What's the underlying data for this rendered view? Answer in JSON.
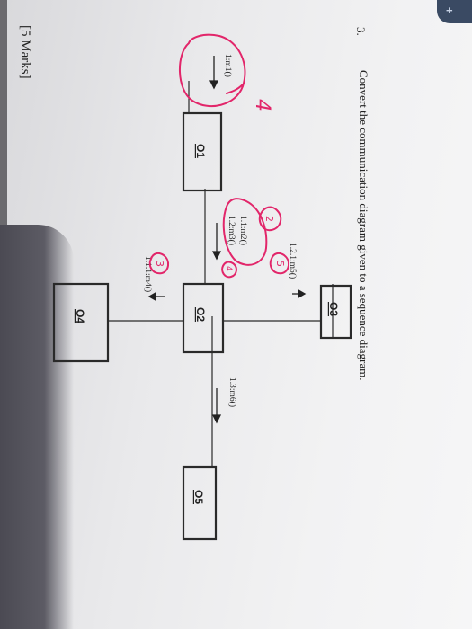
{
  "corner_mark": "+",
  "question": {
    "number": "3.",
    "text": "Convert the communication diagram given to a sequence diagram.",
    "marks": "[5 Marks]"
  },
  "diagram": {
    "objects": [
      {
        "id": "o1",
        "label": "O1"
      },
      {
        "id": "o2",
        "label": "O2"
      },
      {
        "id": "o3",
        "label": "O3"
      },
      {
        "id": "o4",
        "label": "O4"
      },
      {
        "id": "o5",
        "label": "O5"
      }
    ],
    "messages": [
      {
        "id": "m1",
        "label": "1:m1()"
      },
      {
        "id": "m2",
        "label": "1.1:m2()"
      },
      {
        "id": "m3",
        "label": "1.2:m3()"
      },
      {
        "id": "m5",
        "label": "1.2.1:m5()"
      },
      {
        "id": "m4",
        "label": "1.1.1:m4()"
      },
      {
        "id": "m6",
        "label": "1.3:m6()"
      }
    ]
  },
  "annotations": {
    "ink_color": "#e2266a",
    "marks": [
      "4",
      "2",
      "5",
      "3",
      "4"
    ]
  }
}
